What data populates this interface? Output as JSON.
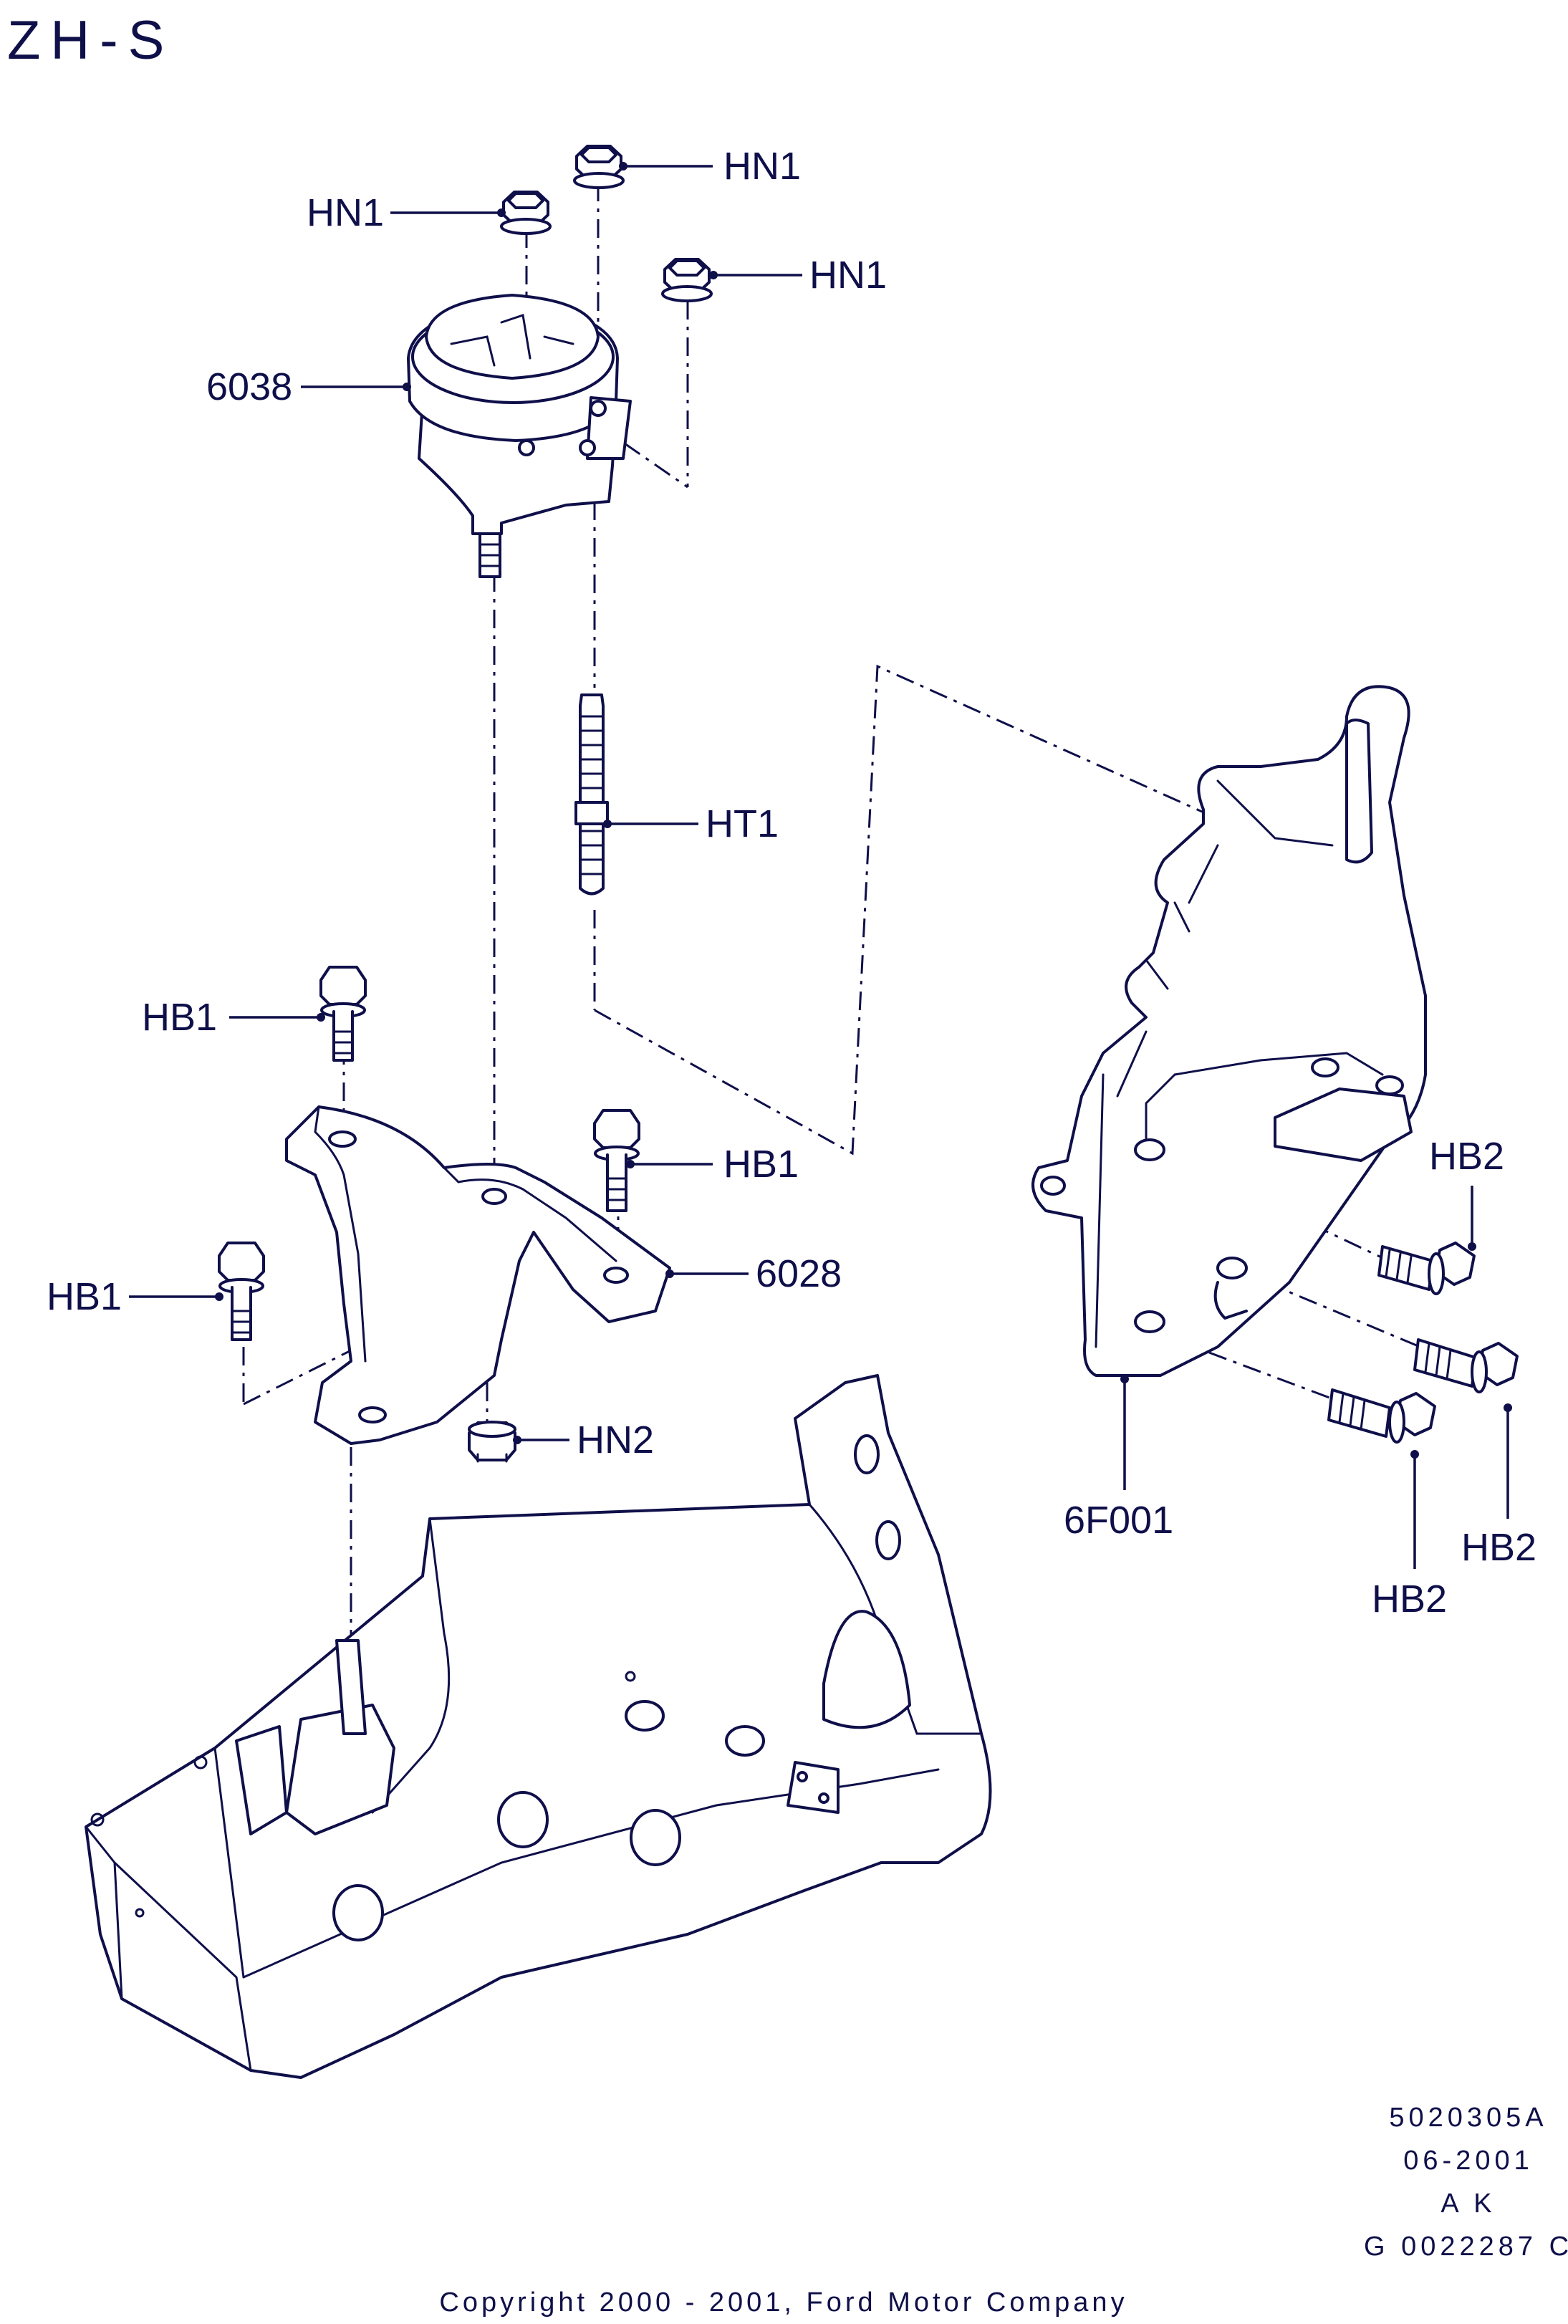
{
  "title": "ZH-S",
  "colors": {
    "ink": "#0f0f4a",
    "background": "#ffffff"
  },
  "callouts": {
    "hn1_top": "HN1",
    "hn1_left": "HN1",
    "hn1_right": "HN1",
    "mount_6038": "6038",
    "ht1": "HT1",
    "hb1_upper": "HB1",
    "hb1_middle": "HB1",
    "hb1_left": "HB1",
    "bracket_6028": "6028",
    "hn2": "HN2",
    "hb2_upper": "HB2",
    "hb2_right": "HB2",
    "hb2_lower": "HB2",
    "bracket_6f001": "6F001"
  },
  "reference": {
    "drawing_number": "5020305A",
    "date": "06-2001",
    "initials": "A K",
    "graphic_id": "G 0022287 C"
  },
  "copyright": "Copyright 2000 - 2001, Ford Motor Company"
}
